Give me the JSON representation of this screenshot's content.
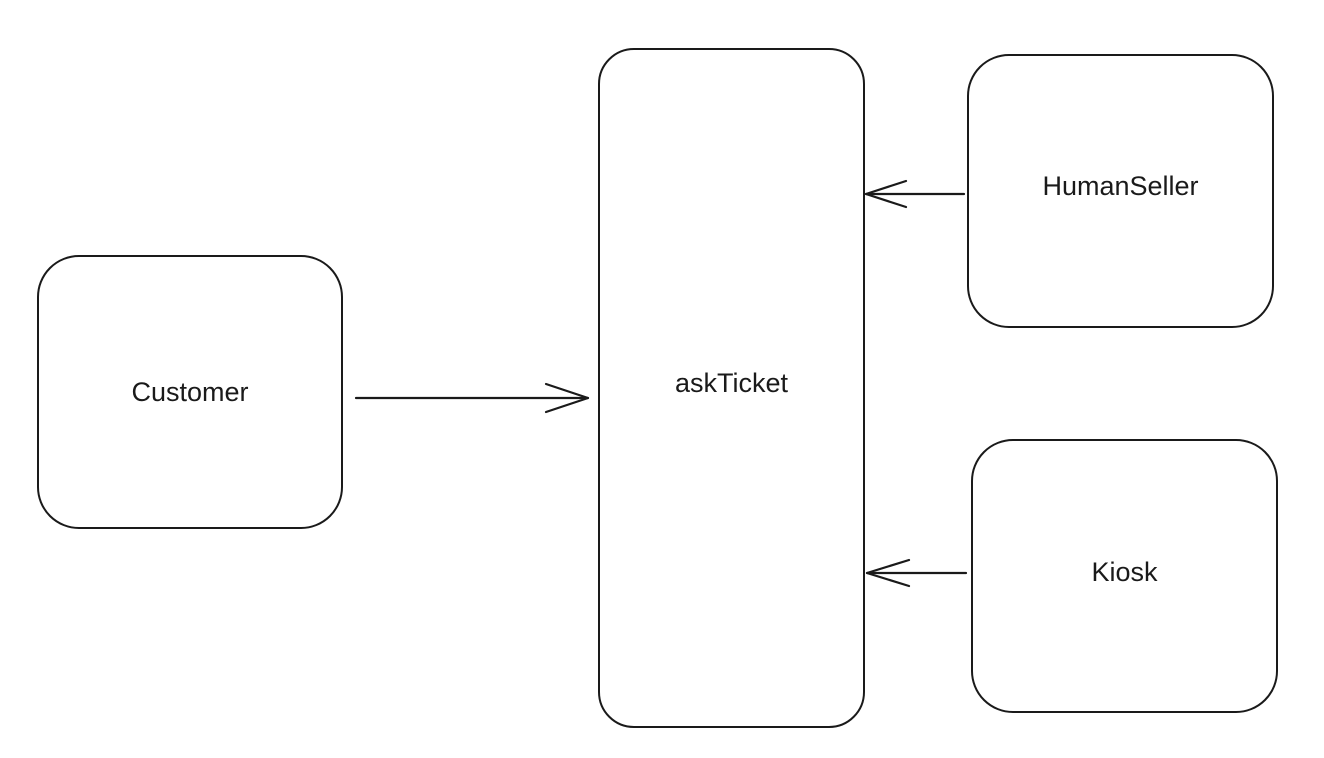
{
  "diagram": {
    "nodes": [
      {
        "id": "customer",
        "label": "Customer"
      },
      {
        "id": "askticket",
        "label": "askTicket"
      },
      {
        "id": "humanseller",
        "label": "HumanSeller"
      },
      {
        "id": "kiosk",
        "label": "Kiosk"
      }
    ],
    "edges": [
      {
        "from": "customer",
        "to": "askticket",
        "style": "open-arrow"
      },
      {
        "from": "humanseller",
        "to": "askticket",
        "style": "open-arrow"
      },
      {
        "from": "kiosk",
        "to": "askticket",
        "style": "open-arrow"
      }
    ],
    "colors": {
      "stroke": "#1a1a1a",
      "background": "#ffffff"
    }
  }
}
